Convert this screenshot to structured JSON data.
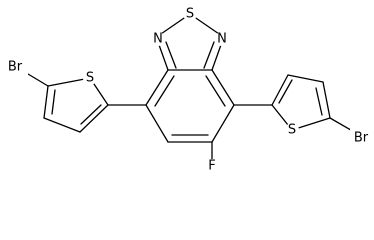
{
  "structure": {
    "atoms": {
      "s_thiadiazole": "S",
      "n_left": "N",
      "n_right": "N",
      "fluorine": "F",
      "s_left_thiophene": "S",
      "s_right_thiophene": "S",
      "br_left": "Br",
      "br_right": "Br"
    }
  }
}
